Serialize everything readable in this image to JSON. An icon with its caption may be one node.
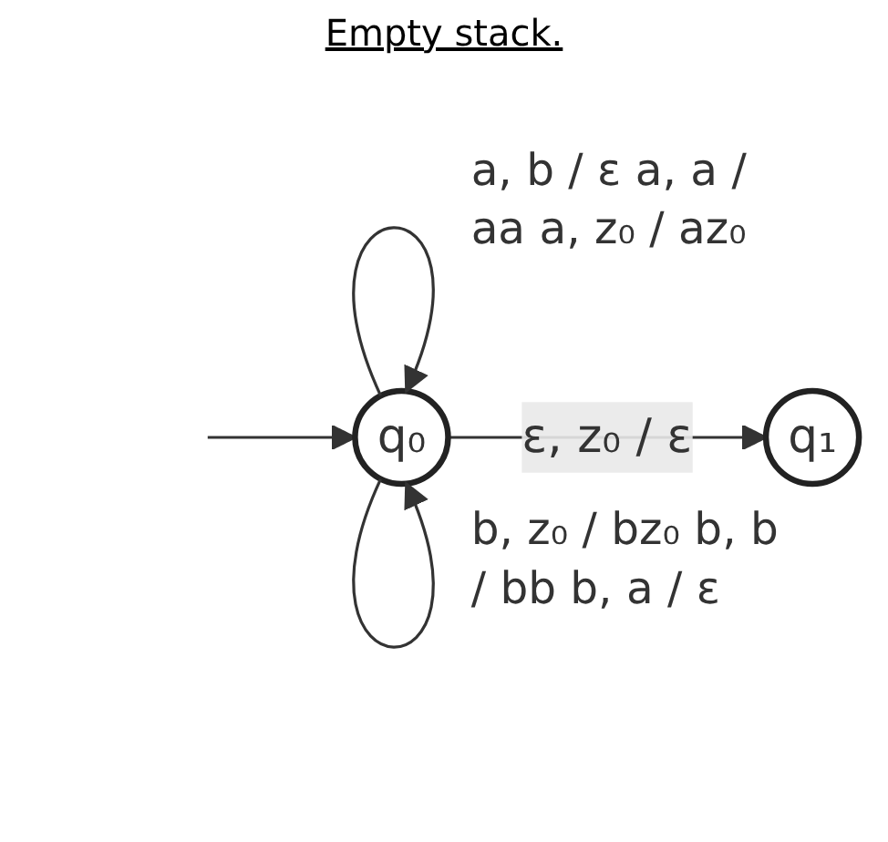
{
  "diagram": {
    "title": "Empty stack.",
    "nodes": [
      {
        "text": [
          "q₀"
        ]
      },
      {
        "text": [
          "q₁"
        ]
      }
    ],
    "edges": [
      {
        "from": null,
        "to": 0,
        "arrow": "to"
      },
      {
        "from": 0,
        "to": 0,
        "arrow": "to",
        "label": "a, b / ε a, a / aa a, z₀ / az₀"
      },
      {
        "from": 0,
        "to": 1,
        "arrow": "to",
        "label": "ε, z₀ / ε"
      },
      {
        "from": 0,
        "to": 0,
        "arrow": "to",
        "label": "b, z₀ / bz₀ b, b / bb b, a / ε"
      }
    ]
  }
}
